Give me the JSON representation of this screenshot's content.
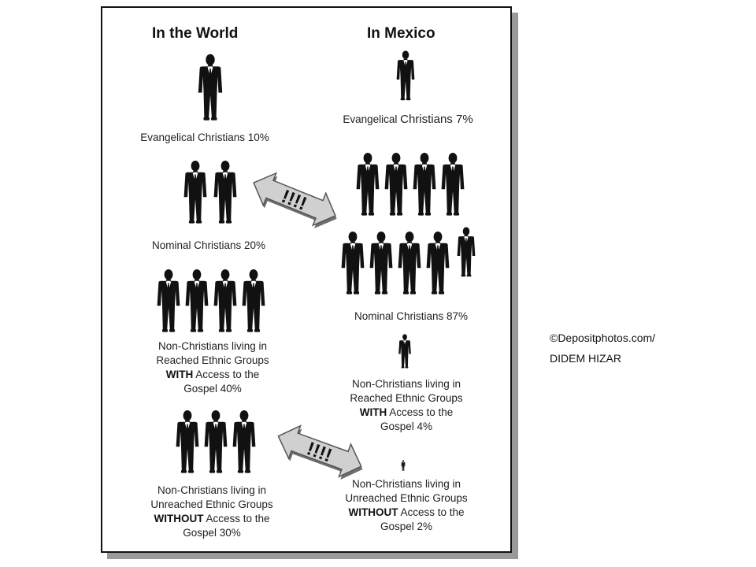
{
  "titles": {
    "world": "In the World",
    "mexico": "In Mexico"
  },
  "colors": {
    "figure": "#111111",
    "arrow_fill": "#d0d0d0",
    "arrow_stroke": "#555555"
  },
  "world": {
    "evangelical": "Evangelical Christians 10%",
    "nominal": "Nominal Christians 20%",
    "reached": {
      "line1": "Non-Christians living in",
      "line2": "Reached Ethnic Groups",
      "with": "WITH",
      "line3_rest": " Access to the",
      "line4": "Gospel 40%"
    },
    "unreached": {
      "line1": "Non-Christians living in",
      "line2": "Unreached Ethnic Groups",
      "without": "WITHOUT",
      "line3_rest": " Access to the",
      "line4": "Gospel 30%"
    }
  },
  "mexico": {
    "evangelical_a": "Evangelical ",
    "evangelical_b": "Christians 7%",
    "nominal": "Nominal Christians 87%",
    "reached": {
      "line1": "Non-Christians living in",
      "line2": "Reached Ethnic Groups",
      "with": "WITH",
      "line3_rest": " Access to the",
      "line4": "Gospel 4%"
    },
    "unreached": {
      "line1": "Non-Christians living in",
      "line2": "Unreached Ethnic Groups",
      "without": "WITHOUT",
      "line3_rest": " Access to the",
      "line4": "Gospel 2%"
    }
  },
  "arrows": {
    "top": "!!!!",
    "bottom": "!!!!"
  },
  "credit": {
    "line1": "©Depositphotos.com/",
    "line2": "DIDEM HIZAR"
  },
  "icons": {
    "person": "businessman-icon",
    "arrow": "double-arrow-icon"
  }
}
